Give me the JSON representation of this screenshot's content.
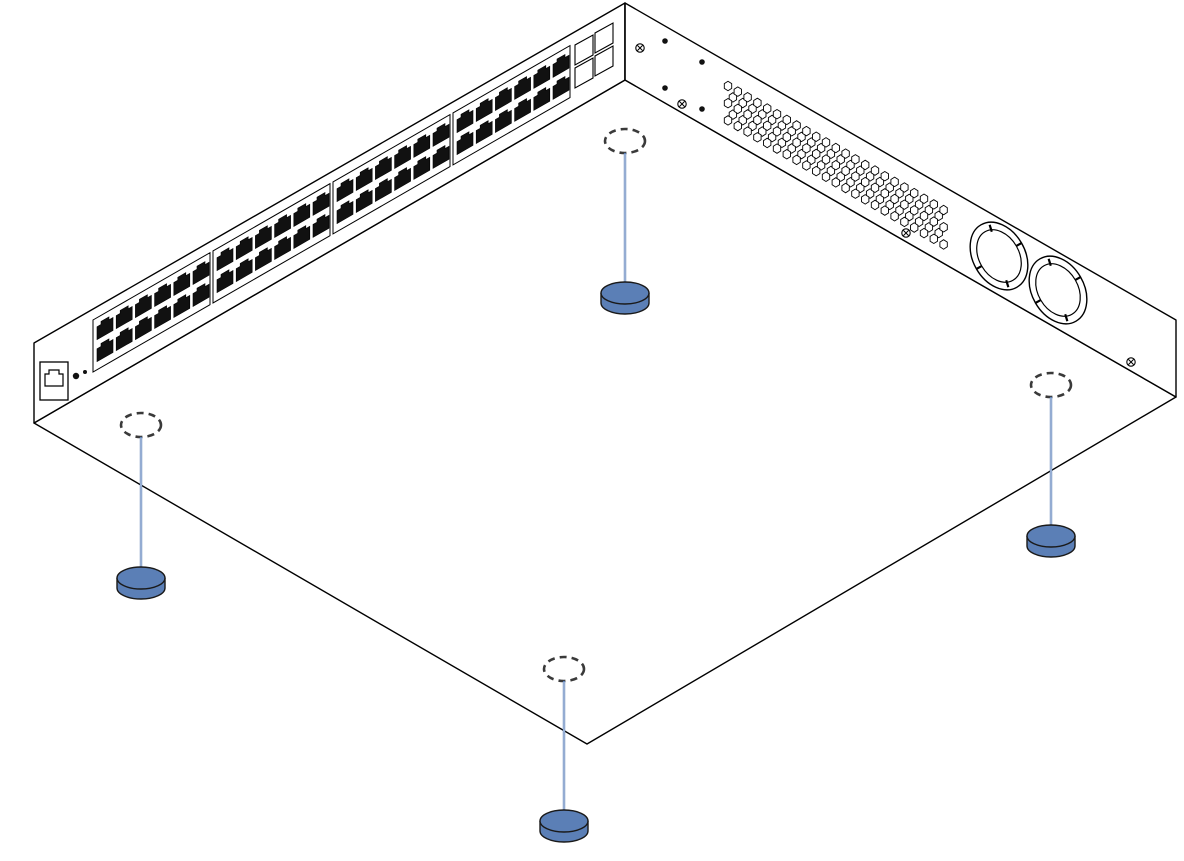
{
  "diagram": {
    "subject": "switch-underside-rubber-feet-installation",
    "feet_count": 4,
    "rj45_port_groups": 4,
    "ports_per_group": 12,
    "sfp_slots": 4,
    "fan_count": 2,
    "colors": {
      "line": "#000000",
      "background": "#ffffff",
      "foot_fill": "#5b7fb6",
      "foot_stroke": "#1a1a1a",
      "leader_line": "#5b7fb6",
      "target_dash": "#3a3a3a",
      "port_fill": "#111111"
    }
  }
}
